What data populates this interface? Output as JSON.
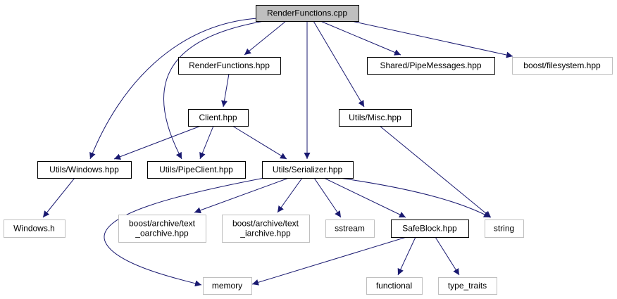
{
  "colors": {
    "edge": "#191970",
    "root_fill": "#bfbfbf",
    "node_fill": "#ffffff",
    "node_border": "#000000",
    "external_border": "#bfbfbf"
  },
  "nodes": [
    {
      "id": "n0",
      "lines": [
        "RenderFunctions.cpp"
      ],
      "kind": "root"
    },
    {
      "id": "n1",
      "lines": [
        "RenderFunctions.hpp"
      ],
      "kind": "local"
    },
    {
      "id": "n2",
      "lines": [
        "Shared/PipeMessages.hpp"
      ],
      "kind": "local"
    },
    {
      "id": "n3",
      "lines": [
        "boost/filesystem.hpp"
      ],
      "kind": "external"
    },
    {
      "id": "n4",
      "lines": [
        "Client.hpp"
      ],
      "kind": "local"
    },
    {
      "id": "n5",
      "lines": [
        "Utils/Misc.hpp"
      ],
      "kind": "local"
    },
    {
      "id": "n6",
      "lines": [
        "Utils/Windows.hpp"
      ],
      "kind": "local"
    },
    {
      "id": "n7",
      "lines": [
        "Utils/PipeClient.hpp"
      ],
      "kind": "local"
    },
    {
      "id": "n8",
      "lines": [
        "Utils/Serializer.hpp"
      ],
      "kind": "local"
    },
    {
      "id": "n9",
      "lines": [
        "Windows.h"
      ],
      "kind": "external"
    },
    {
      "id": "n10",
      "lines": [
        "boost/archive/text",
        "_oarchive.hpp"
      ],
      "kind": "external"
    },
    {
      "id": "n11",
      "lines": [
        "boost/archive/text",
        "_iarchive.hpp"
      ],
      "kind": "external"
    },
    {
      "id": "n12",
      "lines": [
        "sstream"
      ],
      "kind": "external"
    },
    {
      "id": "n13",
      "lines": [
        "SafeBlock.hpp"
      ],
      "kind": "local"
    },
    {
      "id": "n14",
      "lines": [
        "string"
      ],
      "kind": "external"
    },
    {
      "id": "n15",
      "lines": [
        "memory"
      ],
      "kind": "external"
    },
    {
      "id": "n16",
      "lines": [
        "functional"
      ],
      "kind": "external"
    },
    {
      "id": "n17",
      "lines": [
        "type_traits"
      ],
      "kind": "external"
    }
  ],
  "edges": [
    {
      "id": "e1",
      "from": "n0",
      "to": "n1"
    },
    {
      "id": "e2",
      "from": "n0",
      "to": "n2"
    },
    {
      "id": "e3",
      "from": "n0",
      "to": "n3"
    },
    {
      "id": "e4",
      "from": "n0",
      "to": "n6"
    },
    {
      "id": "e5",
      "from": "n0",
      "to": "n7"
    },
    {
      "id": "e6",
      "from": "n0",
      "to": "n8"
    },
    {
      "id": "e7",
      "from": "n0",
      "to": "n5"
    },
    {
      "id": "e8",
      "from": "n1",
      "to": "n4"
    },
    {
      "id": "e9",
      "from": "n4",
      "to": "n6"
    },
    {
      "id": "e10",
      "from": "n4",
      "to": "n7"
    },
    {
      "id": "e11",
      "from": "n4",
      "to": "n8"
    },
    {
      "id": "e12",
      "from": "n5",
      "to": "n14"
    },
    {
      "id": "e13",
      "from": "n6",
      "to": "n9"
    },
    {
      "id": "e14",
      "from": "n8",
      "to": "n10"
    },
    {
      "id": "e15",
      "from": "n8",
      "to": "n11"
    },
    {
      "id": "e16",
      "from": "n8",
      "to": "n12"
    },
    {
      "id": "e17",
      "from": "n8",
      "to": "n13"
    },
    {
      "id": "e18",
      "from": "n8",
      "to": "n14"
    },
    {
      "id": "e19",
      "from": "n8",
      "to": "n15"
    },
    {
      "id": "e20",
      "from": "n13",
      "to": "n15"
    },
    {
      "id": "e21",
      "from": "n13",
      "to": "n16"
    },
    {
      "id": "e22",
      "from": "n13",
      "to": "n17"
    }
  ]
}
